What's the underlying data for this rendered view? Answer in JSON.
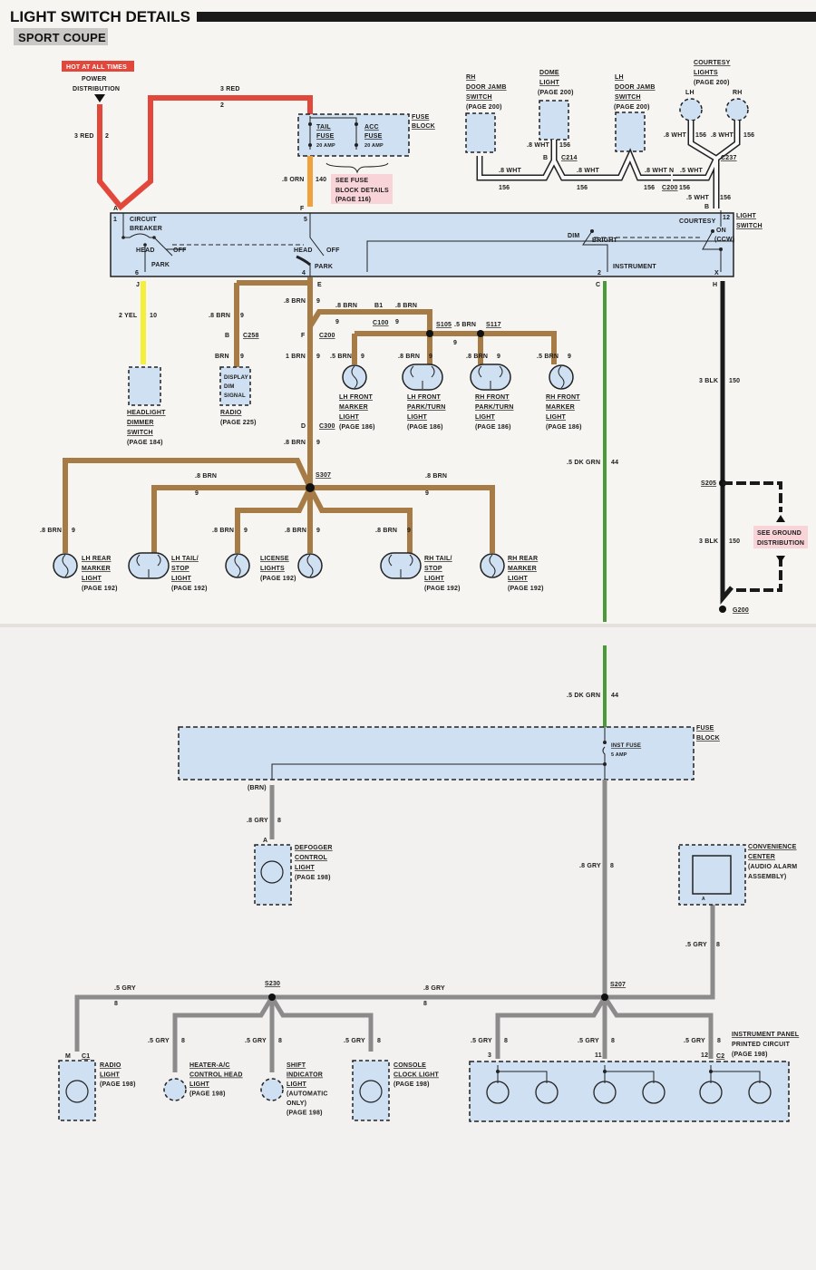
{
  "header": {
    "title": "LIGHT SWITCH DETAILS",
    "subtitle": "SPORT COUPE"
  },
  "colors": {
    "red": "#e2473c",
    "orange": "#f0a13c",
    "yellow": "#f4ef3a",
    "brown": "#a77b45",
    "green": "#4a9a3a",
    "black": "#1a1a1a",
    "gray": "#8b8b8b",
    "component_fill": "#cfe0f2",
    "note_fill": "#f8d3d8"
  },
  "power": {
    "hot_label": "HOT AT ALL TIMES",
    "source": [
      "POWER",
      "DISTRIBUTION"
    ],
    "wire_left": {
      "gauge": "3 RED",
      "circuit": "2"
    },
    "wire_top": {
      "gauge": "3 RED",
      "circuit": "2"
    }
  },
  "fuse_block_top": {
    "label": [
      "FUSE",
      "BLOCK"
    ],
    "tail_fuse": [
      "TAIL",
      "FUSE",
      "20 AMP"
    ],
    "acc_fuse": [
      "ACC",
      "FUSE",
      "20 AMP"
    ],
    "note": [
      "SEE FUSE",
      "BLOCK DETAILS",
      "(PAGE 116)"
    ],
    "out_wire": {
      "gauge": ".8 ORN",
      "circuit": "140"
    }
  },
  "light_switch": {
    "label": [
      "LIGHT",
      "SWITCH"
    ],
    "terminals": {
      "a": "A",
      "f": "F",
      "j": "J",
      "e": "E",
      "c": "C",
      "h": "H",
      "b": "B",
      "p1": "1",
      "p5": "5",
      "p6": "6",
      "p4": "4",
      "p2": "2",
      "px": "X",
      "p12": "12"
    },
    "labels": {
      "circuit_breaker": [
        "CIRCUIT",
        "BREAKER"
      ],
      "head": "HEAD",
      "off": "OFF",
      "park": "PARK",
      "head2": "HEAD",
      "off2": "OFF",
      "park2": "PARK",
      "dim": "DIM",
      "bright": "BRIGHT",
      "instrument": "INSTRUMENT",
      "courtesy": "COURTESY",
      "on": "ON",
      "ccw": "(CCW)"
    }
  },
  "courtesy_circuit": {
    "rh_door_jamb": [
      "RH",
      "DOOR JAMB",
      "SWITCH",
      "(PAGE 200)"
    ],
    "dome_light": [
      "DOME",
      "LIGHT",
      "(PAGE 200)"
    ],
    "lh_door_jamb": [
      "LH",
      "DOOR JAMB",
      "SWITCH",
      "(PAGE 200)"
    ],
    "courtesy_lights": [
      "COURTESY",
      "LIGHTS",
      "(PAGE 200)"
    ],
    "lh": "LH",
    "rh": "RH",
    "wires": {
      "w1": ".8 WHT",
      "c1": "156",
      "w2": ".8 WHT",
      "c2": "156",
      "w3": ".8 WHT",
      "c3": "156",
      "w4": ".8 WHT",
      "c4": "156",
      "w5": ".8 WHT",
      "c5": "156",
      "w6": ".8 WHT",
      "c6": "156",
      "w7": ".5 WHT",
      "c7": "156",
      "w8": ".5 WHT",
      "c8": "156"
    },
    "connectors": {
      "c214": "C214",
      "c214_pin": "B",
      "c237": "C237",
      "c200": "C200",
      "c200_pin": "N"
    }
  },
  "headlight_branch": {
    "wire": {
      "gauge": "2 YEL",
      "circuit": "10"
    },
    "component": [
      "HEADLIGHT",
      "DIMMER",
      "SWITCH",
      "(PAGE 184)"
    ]
  },
  "radio_branch": {
    "wire": {
      "gauge": ".8 BRN",
      "circuit": "9"
    },
    "connector": "C258",
    "pin": "B",
    "wire2": {
      "gauge": "BRN",
      "circuit": "9"
    },
    "inner": [
      "DISPLAY",
      "DIM",
      "SIGNAL"
    ],
    "component": [
      "RADIO",
      "(PAGE 225)"
    ]
  },
  "park_circuit": {
    "main_wire": {
      "gauge": ".8 BRN",
      "circuit": "9"
    },
    "c200": {
      "name": "C200",
      "pin": "F"
    },
    "wire_1brn": {
      "gauge": "1 BRN",
      "circuit": "9"
    },
    "c300": {
      "name": "C300",
      "pin": "D"
    },
    "wire_after_c300": {
      "gauge": ".8 BRN",
      "circuit": "9"
    },
    "c100": {
      "name": "C100",
      "pin": "B1"
    },
    "c100_w_left": {
      "gauge": ".8 BRN",
      "circuit": "9"
    },
    "c100_w_right": {
      "gauge": ".8 BRN",
      "circuit": "9"
    },
    "s105": "S105",
    "s117": "S117",
    "s105_s117_wire": {
      "gauge": ".5 BRN",
      "circuit": "9"
    },
    "front_lights": [
      {
        "gauge": ".5 BRN",
        "circuit": "9",
        "label": [
          "LH FRONT",
          "MARKER",
          "LIGHT",
          "(PAGE 186)"
        ]
      },
      {
        "gauge": ".8 BRN",
        "circuit": "9",
        "label": [
          "LH FRONT",
          "PARK/TURN",
          "LIGHT",
          "(PAGE 186)"
        ]
      },
      {
        "gauge": ".8 BRN",
        "circuit": "9",
        "label": [
          "RH FRONT",
          "PARK/TURN",
          "LIGHT",
          "(PAGE 186)"
        ]
      },
      {
        "gauge": ".5 BRN",
        "circuit": "9",
        "label": [
          "RH FRONT",
          "MARKER",
          "LIGHT",
          "(PAGE 186)"
        ]
      }
    ],
    "s307": "S307",
    "rear_branch_left": {
      "gauge": ".8 BRN",
      "circuit": "9"
    },
    "rear_branch_right": {
      "gauge": ".8 BRN",
      "circuit": "9"
    },
    "rear_lights": [
      {
        "gauge": ".8 BRN",
        "circuit": "9",
        "label": [
          "LH REAR",
          "MARKER",
          "LIGHT",
          "(PAGE 192)"
        ]
      },
      {
        "gauge": "",
        "circuit": "",
        "label": [
          "LH TAIL/",
          "STOP",
          "LIGHT",
          "(PAGE 192)"
        ]
      },
      {
        "gauge": ".8 BRN",
        "circuit": "9",
        "label": [
          "LICENSE",
          "LIGHTS",
          "(PAGE 192)"
        ]
      },
      {
        "gauge": ".8 BRN",
        "circuit": "9",
        "label": []
      },
      {
        "gauge": ".8 BRN",
        "circuit": "9",
        "label": [
          "RH TAIL/",
          "STOP",
          "LIGHT",
          "(PAGE 192)"
        ]
      },
      {
        "gauge": "",
        "circuit": "",
        "label": [
          "RH REAR",
          "MARKER",
          "LIGHT",
          "(PAGE 192)"
        ]
      }
    ]
  },
  "instrument_wire": {
    "gauge": ".5 DK GRN",
    "circuit": "44"
  },
  "ground": {
    "wire_top": {
      "gauge": "3 BLK",
      "circuit": "150"
    },
    "wire_bottom": {
      "gauge": "3 BLK",
      "circuit": "150"
    },
    "splice": "S205",
    "ground": "G200",
    "note": [
      "SEE GROUND",
      "DISTRIBUTION"
    ]
  },
  "lower": {
    "in_wire": {
      "gauge": ".5 DK GRN",
      "circuit": "44"
    },
    "fuse_block": [
      "FUSE",
      "BLOCK"
    ],
    "inst_fuse": [
      "INST FUSE",
      "5 AMP"
    ],
    "brn_tag": "(BRN)",
    "defogger_wire": {
      "gauge": ".8 GRY",
      "circuit": "8"
    },
    "defogger_pin": "A",
    "defogger": [
      "DEFOGGER",
      "CONTROL",
      "LIGHT",
      "(PAGE 198)"
    ],
    "main_gray": {
      "gauge": ".8 GRY",
      "circuit": "8"
    },
    "convenience": [
      "CONVENIENCE",
      "CENTER",
      "(AUDIO ALARM",
      "ASSEMBLY)"
    ],
    "convenience_pin": "A",
    "convenience_wire": {
      "gauge": ".5 GRY",
      "circuit": "8"
    },
    "s230": "S230",
    "s207": "S207",
    "s230_left_wire": {
      "gauge": ".5 GRY",
      "circuit": "8"
    },
    "s230_right_wire": {
      "gauge": ".8 GRY",
      "circuit": "8"
    },
    "left_loads": [
      {
        "gauge": "",
        "circuit": "",
        "pin": "M",
        "conn": "C1",
        "label": [
          "RADIO",
          "LIGHT",
          "(PAGE 198)"
        ]
      },
      {
        "gauge": ".5 GRY",
        "circuit": "8",
        "label": [
          "HEATER-A/C",
          "CONTROL HEAD",
          "LIGHT",
          "(PAGE 198)"
        ]
      },
      {
        "gauge": ".5 GRY",
        "circuit": "8",
        "label": [
          "SHIFT",
          "INDICATOR",
          "LIGHT",
          "(AUTOMATIC",
          "ONLY)",
          "(PAGE 198)"
        ]
      },
      {
        "gauge": ".5 GRY",
        "circuit": "8",
        "label": [
          "CONSOLE",
          "CLOCK LIGHT",
          "(PAGE 198)"
        ]
      }
    ],
    "ip_wires": [
      {
        "gauge": ".5 GRY",
        "circuit": "8",
        "pin": "3"
      },
      {
        "gauge": ".5 GRY",
        "circuit": "8",
        "pin": "11"
      },
      {
        "gauge": ".5 GRY",
        "circuit": "8",
        "pin": "12"
      }
    ],
    "ip_conn": "C2",
    "ip_label": [
      "INSTRUMENT PANEL",
      "PRINTED CIRCUIT",
      "(PAGE 198)"
    ]
  }
}
